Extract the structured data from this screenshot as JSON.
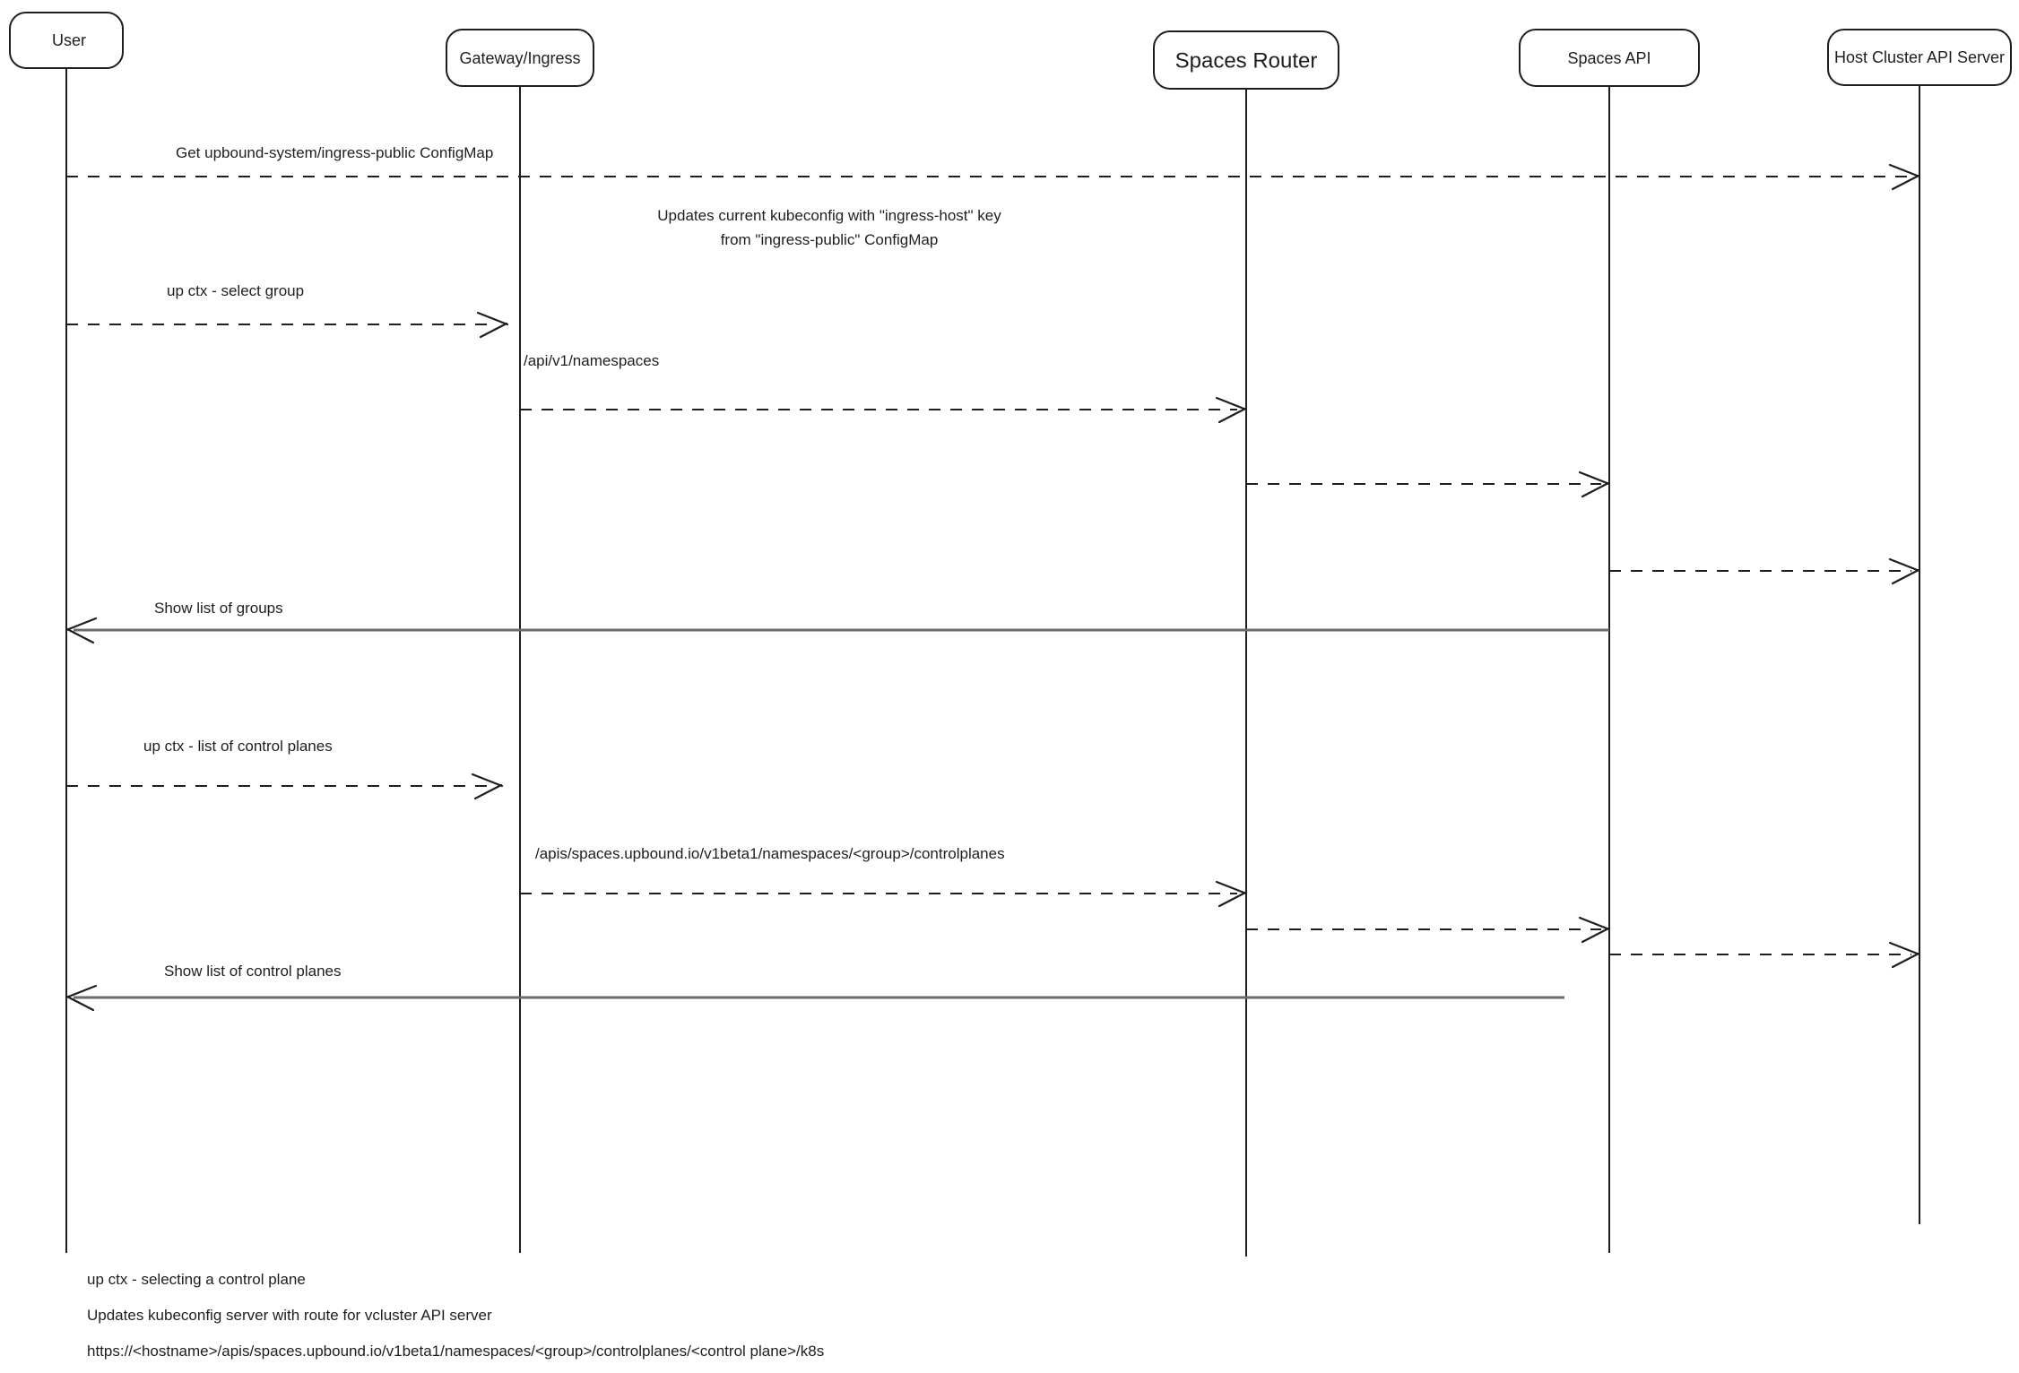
{
  "colors": {
    "bg": "#ffffff",
    "ink": "#1e1e1e",
    "line-gray": "#6b6b6b"
  },
  "actors": [
    {
      "label": "User"
    },
    {
      "label": "Gateway/Ingress"
    },
    {
      "label": "Spaces Router"
    },
    {
      "label": "Spaces API"
    },
    {
      "label": "Host Cluster API Server"
    }
  ],
  "messages": {
    "get_configmap": "Get upbound-system/ingress-public ConfigMap",
    "note_line1": "Updates current kubeconfig with \"ingress-host\" key",
    "note_line2": "from \"ingress-public\" ConfigMap",
    "select_group": "up ctx - select group",
    "namespaces_path": "/api/v1/namespaces",
    "show_groups": "Show list of groups",
    "list_control_planes": "up ctx - list of control planes",
    "controlplanes_path": "/apis/spaces.upbound.io/v1beta1/namespaces/<group>/controlplanes",
    "show_control_planes": "Show list of control planes"
  },
  "footer": {
    "line1": "up ctx - selecting a control plane",
    "line2": "Updates kubeconfig server with route for vcluster API server",
    "line3": "https://<hostname>/apis/spaces.upbound.io/v1beta1/namespaces/<group>/controlplanes/<control plane>/k8s"
  }
}
